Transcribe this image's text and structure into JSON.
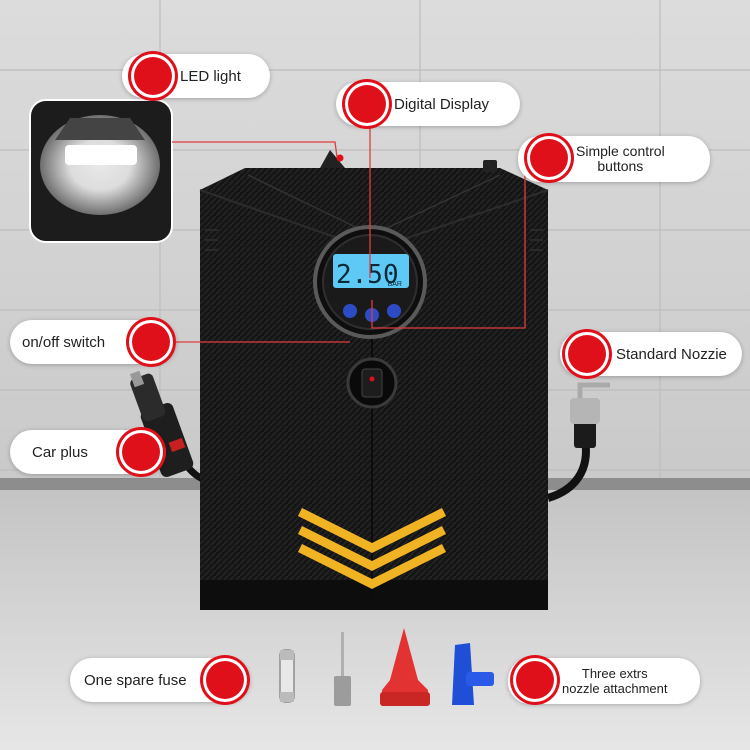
{
  "callouts": {
    "led_light": "LED light",
    "digital_display": "Digital Display",
    "control_buttons_line1": "Simple control",
    "control_buttons_line2": "buttons",
    "onoff_switch": "on/off switch",
    "standard_nozzle": "Standard Nozzie",
    "car_plug": "Car plus",
    "spare_fuse": "One spare fuse",
    "nozzle_attach_line1": "Three extrs",
    "nozzle_attach_line2": "nozzle attachment"
  },
  "display": {
    "reading": "2.50",
    "unit": "BAR"
  },
  "colors": {
    "callout_marker": "#e0101a",
    "chevron": "#f0b323",
    "lcd": "#5fc9f5",
    "body": "#1a1a1a"
  }
}
